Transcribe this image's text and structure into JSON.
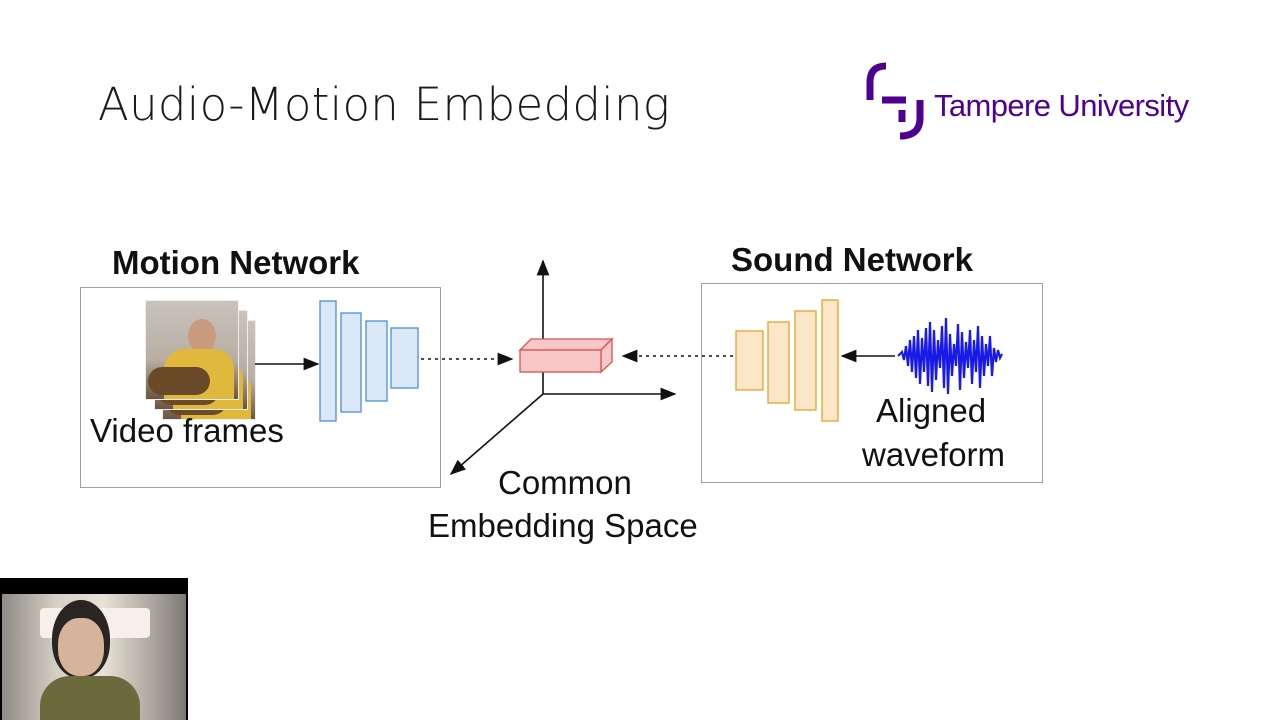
{
  "slide": {
    "title": "Audio-Motion Embedding"
  },
  "logo": {
    "text": "Tampere University",
    "color": "#4e008e"
  },
  "diagram": {
    "motion_network": {
      "title": "Motion Network",
      "input_label": "Video frames",
      "encoder_color": "#4a90d9",
      "encoder_fill": "#dbe8f7"
    },
    "sound_network": {
      "title": "Sound Network",
      "input_label_line1": "Aligned",
      "input_label_line2": "waveform",
      "encoder_color": "#e2a42a",
      "encoder_fill": "#fbe6c8",
      "waveform_color": "#1a1ae6"
    },
    "embedding": {
      "label_line1": "Common",
      "label_line2": "Embedding Space",
      "cube_fill": "#f8c8c8",
      "cube_stroke": "#d9534f"
    }
  }
}
